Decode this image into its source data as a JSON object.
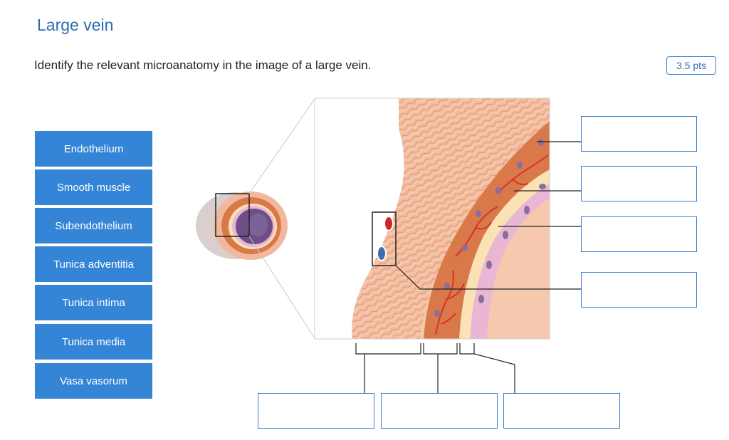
{
  "title": "Large vein",
  "question": "Identify the relevant microanatomy in the image of a large vein.",
  "points": "3.5 pts",
  "choices": [
    "Endothelium",
    "Smooth muscle",
    "Subendothelium",
    "Tunica adventitia",
    "Tunica intima",
    "Tunica media",
    "Vasa vasorum"
  ],
  "drop_zones": [
    "",
    "",
    "",
    "",
    "",
    "",
    ""
  ],
  "colors": {
    "accent": "#3585d6",
    "adventitia": "#f0b89c",
    "media": "#d9794a",
    "subendothelium": "#fbe2b4",
    "endothelium": "#e9b6d4",
    "lumen": "#6b4f86"
  }
}
